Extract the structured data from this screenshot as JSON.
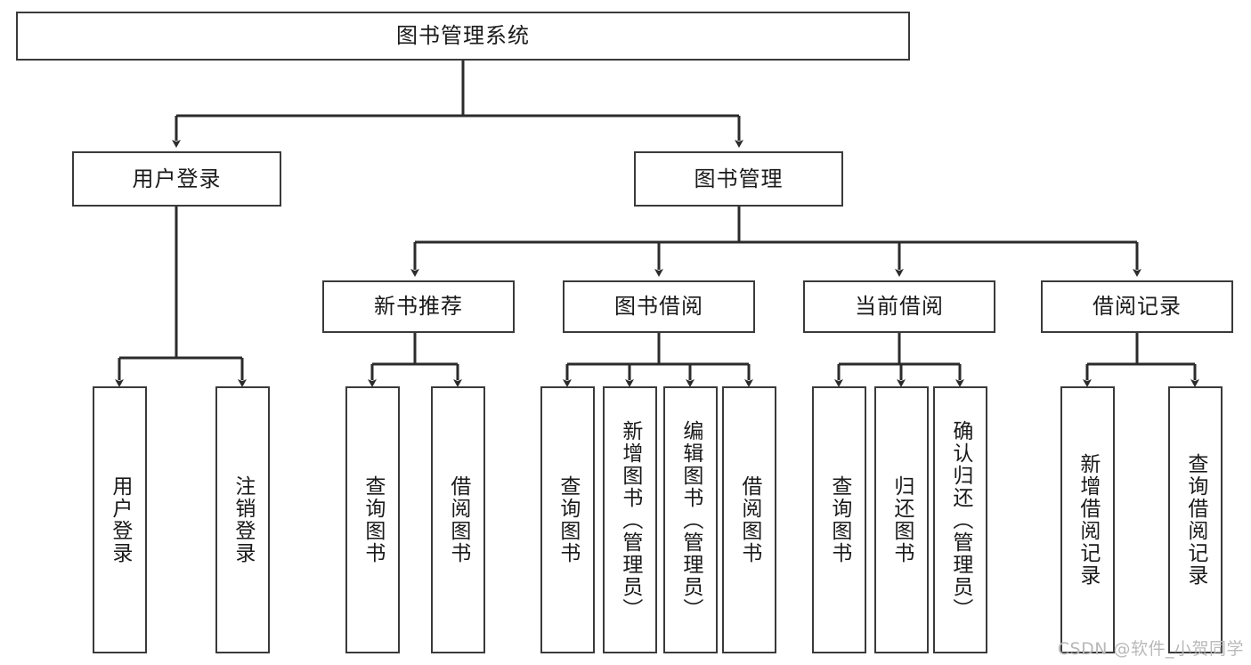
{
  "diagram": {
    "title": "图书管理系统",
    "type": "tree-hierarchy",
    "orientation": "top-down",
    "watermark": "CSDN @软件_小贺同学",
    "colors": {
      "box_border": "#3a3a3a",
      "box_fill": "#ffffff",
      "connector": "#2b2b2b",
      "text": "#1a1a1a",
      "watermark": "#b9b9b9"
    }
  },
  "nodes": {
    "root": {
      "label": "图书管理系统",
      "level": 1
    },
    "level2": [
      {
        "id": "user-login",
        "label": "用户登录"
      },
      {
        "id": "book-management",
        "label": "图书管理"
      }
    ],
    "level3": [
      {
        "id": "new-book-recommend",
        "label": "新书推荐",
        "parent": "book-management"
      },
      {
        "id": "book-borrow",
        "label": "图书借阅",
        "parent": "book-management"
      },
      {
        "id": "current-borrow",
        "label": "当前借阅",
        "parent": "book-management"
      },
      {
        "id": "borrow-record",
        "label": "借阅记录",
        "parent": "book-management"
      }
    ],
    "leaves": [
      {
        "id": "leaf-user-login",
        "label": "用户登录",
        "parent": "user-login"
      },
      {
        "id": "leaf-logout-login",
        "label": "注销登录",
        "parent": "user-login"
      },
      {
        "id": "leaf-query-book-1",
        "label": "查询图书",
        "parent": "new-book-recommend"
      },
      {
        "id": "leaf-borrow-book-1",
        "label": "借阅图书",
        "parent": "new-book-recommend"
      },
      {
        "id": "leaf-query-book-2",
        "label": "查询图书",
        "parent": "book-borrow"
      },
      {
        "id": "leaf-add-book",
        "label": "新增图书（管理员）",
        "parent": "book-borrow"
      },
      {
        "id": "leaf-edit-book",
        "label": "编辑图书（管理员）",
        "parent": "book-borrow"
      },
      {
        "id": "leaf-borrow-book-2",
        "label": "借阅图书",
        "parent": "book-borrow"
      },
      {
        "id": "leaf-query-book-3",
        "label": "查询图书",
        "parent": "current-borrow"
      },
      {
        "id": "leaf-return-book",
        "label": "归还图书",
        "parent": "current-borrow"
      },
      {
        "id": "leaf-confirm-return",
        "label": "确认归还（管理员）",
        "parent": "current-borrow"
      },
      {
        "id": "leaf-add-record",
        "label": "新增借阅记录",
        "parent": "borrow-record"
      },
      {
        "id": "leaf-query-record",
        "label": "查询借阅记录",
        "parent": "borrow-record"
      }
    ]
  }
}
